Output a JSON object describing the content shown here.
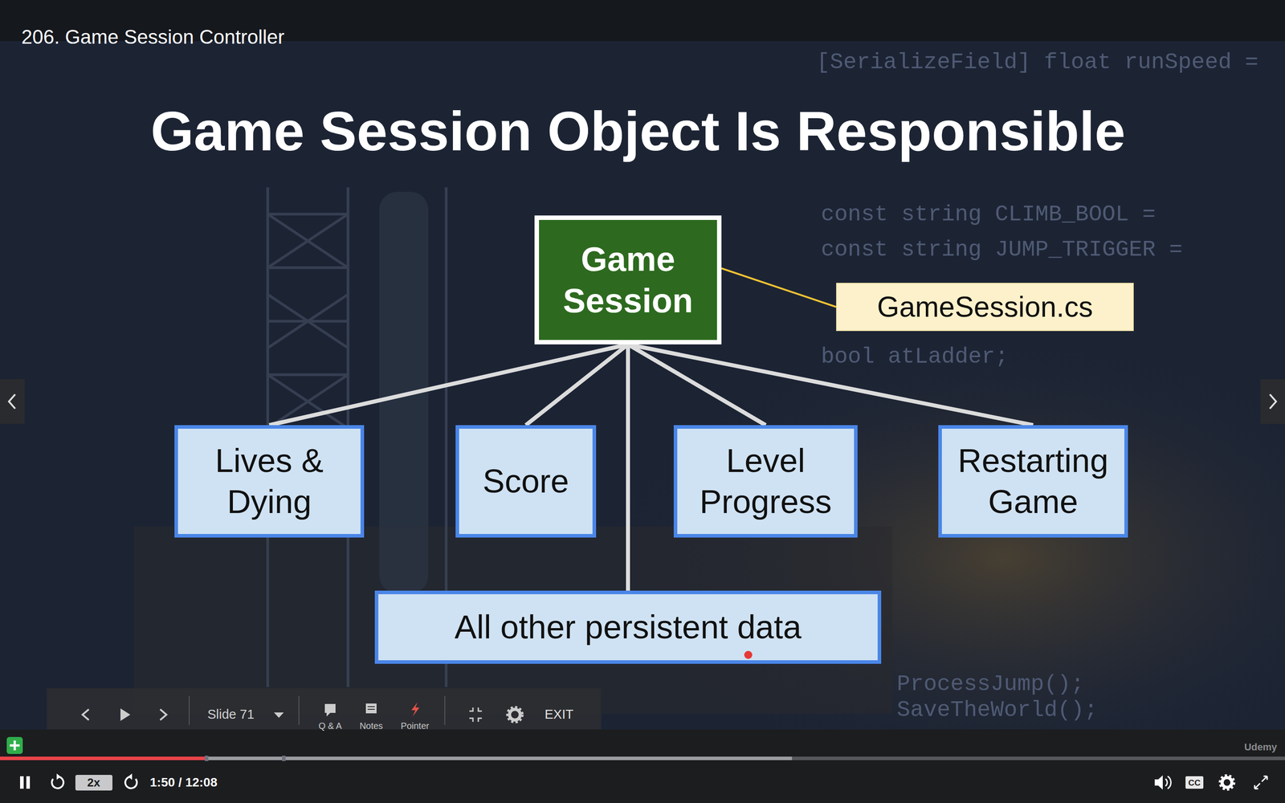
{
  "diagram": {
    "title": "Game Session Object Is Responsible",
    "nodes": [
      {
        "text": [
          "Game Session"
        ]
      },
      {
        "text": [
          "GameSession.cs"
        ]
      },
      {
        "text": [
          "Lives & Dying"
        ]
      },
      {
        "text": [
          "Score"
        ]
      },
      {
        "text": [
          "Level Progress"
        ]
      },
      {
        "text": [
          "Restarting Game"
        ]
      },
      {
        "text": [
          "All other persistent data"
        ]
      }
    ],
    "edges": [
      {
        "from": 0,
        "to": 1,
        "arrow": "none"
      },
      {
        "from": 0,
        "to": 2,
        "arrow": "none"
      },
      {
        "from": 0,
        "to": 3,
        "arrow": "none"
      },
      {
        "from": 0,
        "to": 4,
        "arrow": "none"
      },
      {
        "from": 0,
        "to": 5,
        "arrow": "none"
      },
      {
        "from": 0,
        "to": 6,
        "arrow": "none"
      }
    ],
    "labels": [
      "206. Game Session Controller",
      "[SerializeField] float runSpeed =",
      "const string CLIMB_BOOL =",
      "const string JUMP_TRIGGER =",
      "bool atLadder;",
      "ProcessJump();",
      "SaveTheWorld();",
      "Slide 71",
      "Q & A",
      "Notes",
      "Pointer",
      "EXIT",
      "2x",
      "1:50 / 12:08",
      "Udemy",
      "CC"
    ]
  }
}
